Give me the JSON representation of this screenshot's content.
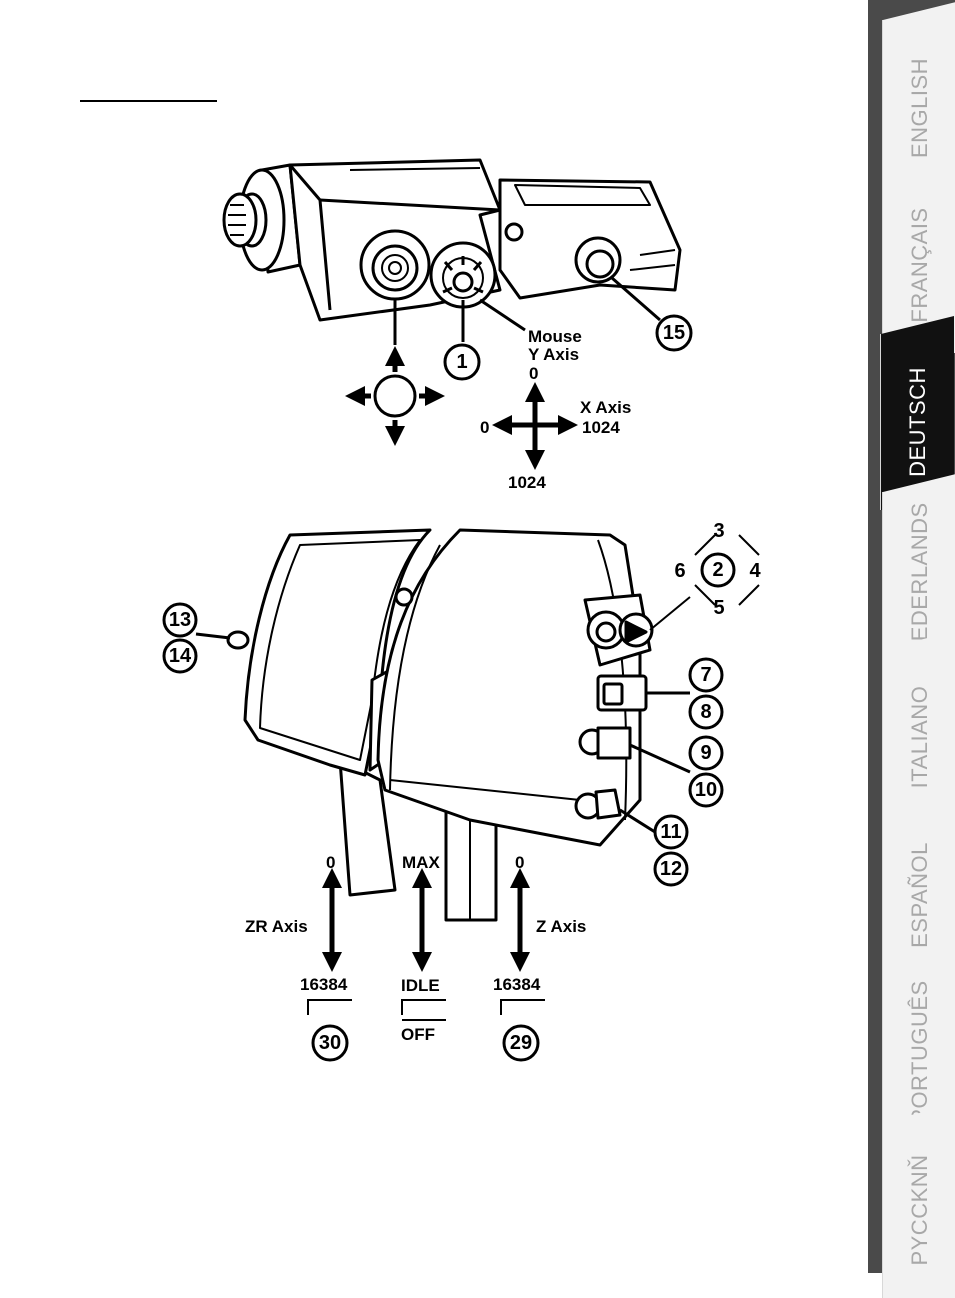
{
  "language_tabs": [
    {
      "label": "ENGLISH",
      "active": false
    },
    {
      "label": "FRANÇAIS",
      "active": false
    },
    {
      "label": "DEUTSCH",
      "active": true
    },
    {
      "label": "NEDERLANDS",
      "active": false
    },
    {
      "label": "ITALIANO",
      "active": false
    },
    {
      "label": "ESPAÑOL",
      "active": false
    },
    {
      "label": "PORTUGUÊS",
      "active": false
    },
    {
      "label": "PYCCKNŇ",
      "active": false
    }
  ],
  "top_figure": {
    "callouts": [
      "1",
      "15"
    ],
    "mouse_label": [
      "Mouse",
      "Y Axis"
    ],
    "y_axis": {
      "min": "0",
      "max": "1024"
    },
    "x_axis": {
      "label": "X Axis",
      "min": "0",
      "max": "1024"
    }
  },
  "bottom_figure": {
    "hat_positions": [
      "3",
      "2",
      "4",
      "6",
      "5"
    ],
    "left_callouts": [
      "13",
      "14"
    ],
    "right_callouts": [
      "7",
      "8",
      "9",
      "10",
      "11",
      "12"
    ],
    "zr_axis": {
      "label": "ZR Axis",
      "top": "0",
      "bottom": "16384"
    },
    "throttle": {
      "top": "MAX",
      "bottom": "IDLE",
      "off": "OFF"
    },
    "z_axis": {
      "label": "Z Axis",
      "top": "0",
      "bottom": "16384"
    },
    "bottom_callouts": [
      "30",
      "29"
    ]
  }
}
